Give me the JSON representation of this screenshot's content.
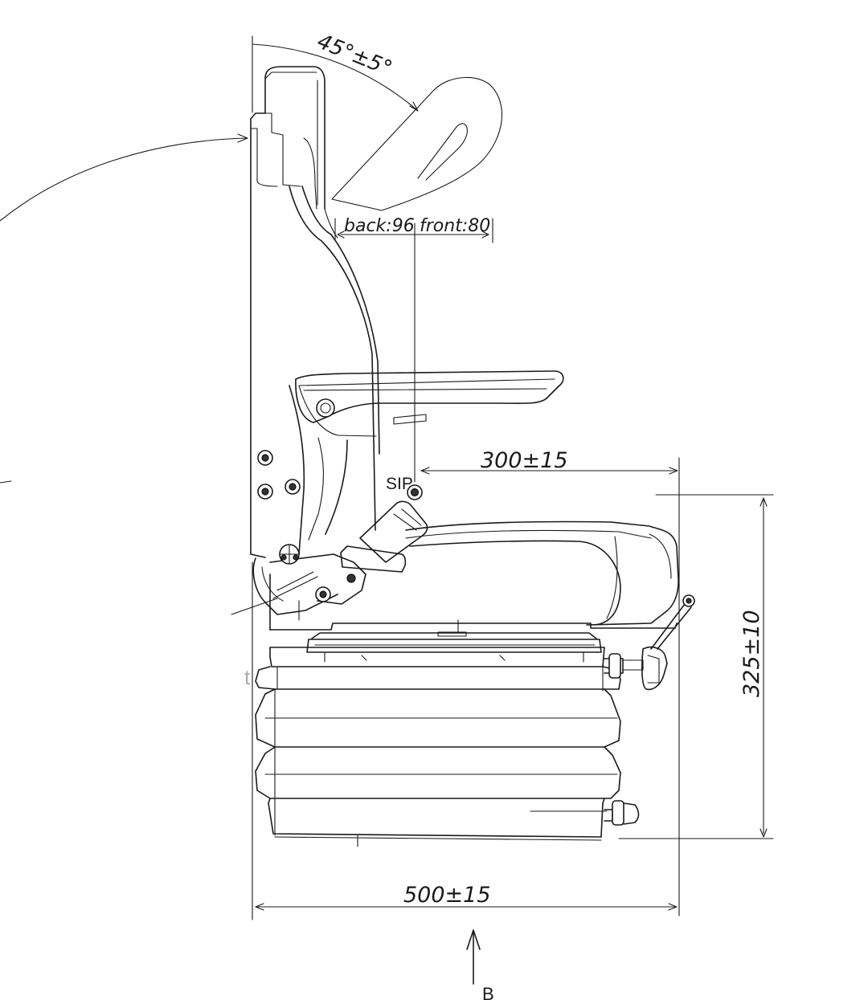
{
  "dimensions": {
    "angle": "45°±5°",
    "back": "back:96",
    "front": "front:80",
    "sip_to_front": "300±15",
    "height": "325±10",
    "width": "500±15"
  },
  "labels": {
    "sip": "SIP",
    "view_arrow": "B",
    "stray_mark": "t"
  }
}
